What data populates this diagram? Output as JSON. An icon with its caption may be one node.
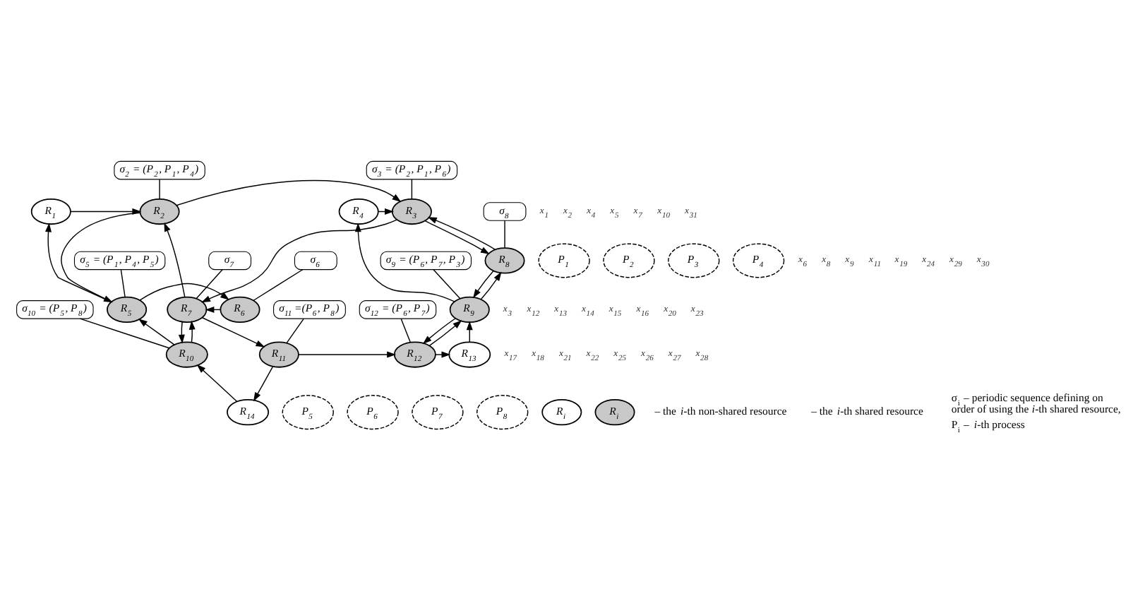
{
  "diagram": {
    "nodes": [
      {
        "text": [
          "R$_{1}$"
        ]
      },
      {
        "text": [
          "R$_{2}$"
        ]
      },
      {
        "text": [
          "R$_{3}$"
        ]
      },
      {
        "text": [
          "R$_{4}$"
        ]
      },
      {
        "text": [
          "R$_{5}$"
        ]
      },
      {
        "text": [
          "R$_{6}$"
        ]
      },
      {
        "text": [
          "R$_{7}$"
        ]
      },
      {
        "text": [
          "R$_{8}$"
        ]
      },
      {
        "text": [
          "R$_{9}$"
        ]
      },
      {
        "text": [
          "R$_{10}$"
        ]
      },
      {
        "text": [
          "R$_{11}$"
        ]
      },
      {
        "text": [
          "R$_{12}$"
        ]
      },
      {
        "text": [
          "R$_{13}$"
        ]
      },
      {
        "text": [
          "R$_{14}$"
        ]
      },
      {
        "text": [
          "σ$_{2}$ = (P$_{2}$, P$_{1}$, P$_{4}$)"
        ]
      },
      {
        "text": [
          "σ$_{3}$ = (P$_{2}$, P$_{1}$, P$_{6}$)"
        ]
      },
      {
        "text": [
          "σ$_{5}$ = (P$_{1}$, P$_{4}$, P$_{5}$)"
        ]
      },
      {
        "text": [
          "σ$_{6}$"
        ]
      },
      {
        "text": [
          "σ$_{7}$"
        ]
      },
      {
        "text": [
          "σ$_{8}$"
        ]
      },
      {
        "text": [
          "σ$_{9}$ = (P$_{6}$, P$_{7}$, P$_{3}$)"
        ]
      },
      {
        "text": [
          "σ$_{10}$ = (P$_{5}$, P$_{8}$)"
        ]
      },
      {
        "text": [
          "σ$_{11}$ =(P$_{6}$, P$_{8}$)"
        ]
      },
      {
        "text": [
          "σ$_{12}$ = (P$_{6}$, P$_{7}$)"
        ]
      },
      {
        "text": [
          "P$_{1}$"
        ]
      },
      {
        "text": [
          "P$_{2}$"
        ]
      },
      {
        "text": [
          "P$_{3}$"
        ]
      },
      {
        "text": [
          "P$_{4}$"
        ]
      },
      {
        "text": [
          "P$_{5}$"
        ]
      },
      {
        "text": [
          "P$_{6}$"
        ]
      },
      {
        "text": [
          "P$_{7}$"
        ]
      },
      {
        "text": [
          "P$_{8}$"
        ]
      },
      {
        "text": [
          "R$_{i}$"
        ]
      },
      {
        "text": [
          "R$_{i}$"
        ]
      }
    ],
    "edges": [
      {
        "from": 0,
        "to": 1,
        "arrow": "to"
      },
      {
        "from": 1,
        "to": 2,
        "arrow": "to"
      },
      {
        "from": 3,
        "to": 2,
        "arrow": "to"
      },
      {
        "from": 2,
        "to": 6,
        "arrow": "to"
      },
      {
        "from": 1,
        "to": 4,
        "arrow": "to"
      },
      {
        "from": 4,
        "to": 0,
        "arrow": "to"
      },
      {
        "from": 6,
        "to": 1,
        "arrow": "to"
      },
      {
        "from": 4,
        "to": 5,
        "arrow": "to"
      },
      {
        "from": 5,
        "to": 6,
        "arrow": "to"
      },
      {
        "from": 7,
        "to": 2,
        "arrow": "to"
      },
      {
        "from": 2,
        "to": 7,
        "arrow": "to"
      },
      {
        "from": 8,
        "to": 7,
        "arrow": "to"
      },
      {
        "from": 7,
        "to": 8,
        "arrow": "to"
      },
      {
        "from": 8,
        "to": 3,
        "arrow": "to"
      },
      {
        "from": 11,
        "to": 8,
        "arrow": "to"
      },
      {
        "from": 8,
        "to": 11,
        "arrow": "to"
      },
      {
        "from": 12,
        "to": 8,
        "arrow": "to"
      },
      {
        "from": 11,
        "to": 12,
        "arrow": "to"
      },
      {
        "from": 10,
        "to": 11,
        "arrow": "to"
      },
      {
        "from": 6,
        "to": 10,
        "arrow": "to"
      },
      {
        "from": 9,
        "to": 6,
        "arrow": "to"
      },
      {
        "from": 6,
        "to": 9,
        "arrow": "to"
      },
      {
        "from": 9,
        "to": 4,
        "arrow": "to"
      },
      {
        "from": 13,
        "to": 9,
        "arrow": "to"
      },
      {
        "from": 10,
        "to": 13,
        "arrow": "to"
      },
      {
        "from": 14,
        "to": 1,
        "arrow": "none"
      },
      {
        "from": 15,
        "to": 2,
        "arrow": "none"
      },
      {
        "from": 16,
        "to": 4,
        "arrow": "none"
      },
      {
        "from": 17,
        "to": 5,
        "arrow": "none"
      },
      {
        "from": 18,
        "to": 6,
        "arrow": "none"
      },
      {
        "from": 19,
        "to": 7,
        "arrow": "none"
      },
      {
        "from": 20,
        "to": 8,
        "arrow": "none"
      },
      {
        "from": 21,
        "to": 9,
        "arrow": "none"
      },
      {
        "from": 22,
        "to": 10,
        "arrow": "none"
      },
      {
        "from": 23,
        "to": 11,
        "arrow": "none"
      }
    ],
    "labels": [
      "x$_{1}$",
      "x$_{2}$",
      "x$_{3}$",
      "x$_{4}$",
      "x$_{5}$",
      "x$_{6}$",
      "x$_{7}$",
      "x$_{8}$",
      "x$_{9}$",
      "x$_{10}$",
      "x$_{11}$",
      "x$_{12}$",
      "x$_{13}$",
      "x$_{14}$",
      "x$_{15}$",
      "x$_{16}$",
      "x$_{17}$",
      "x$_{18}$",
      "x$_{19}$",
      "x$_{20}$",
      "x$_{21}$",
      "x$_{22}$",
      "x$_{23}$",
      "x$_{24}$",
      "x$_{25}$",
      "x$_{26}$",
      "x$_{27}$",
      "x$_{28}$",
      "x$_{29}$",
      "x$_{30}$",
      "x$_{31}$",
      "σ$_{i}$ – periodic sequence defining on order of using the *i*-th shared resource,",
      "P$_{i}$ – *i*-th process"
    ],
    "legend": [
      {
        "text": "– the *i*-th non-shared resource"
      },
      {
        "text": "– the *i*-th shared resource"
      }
    ]
  }
}
